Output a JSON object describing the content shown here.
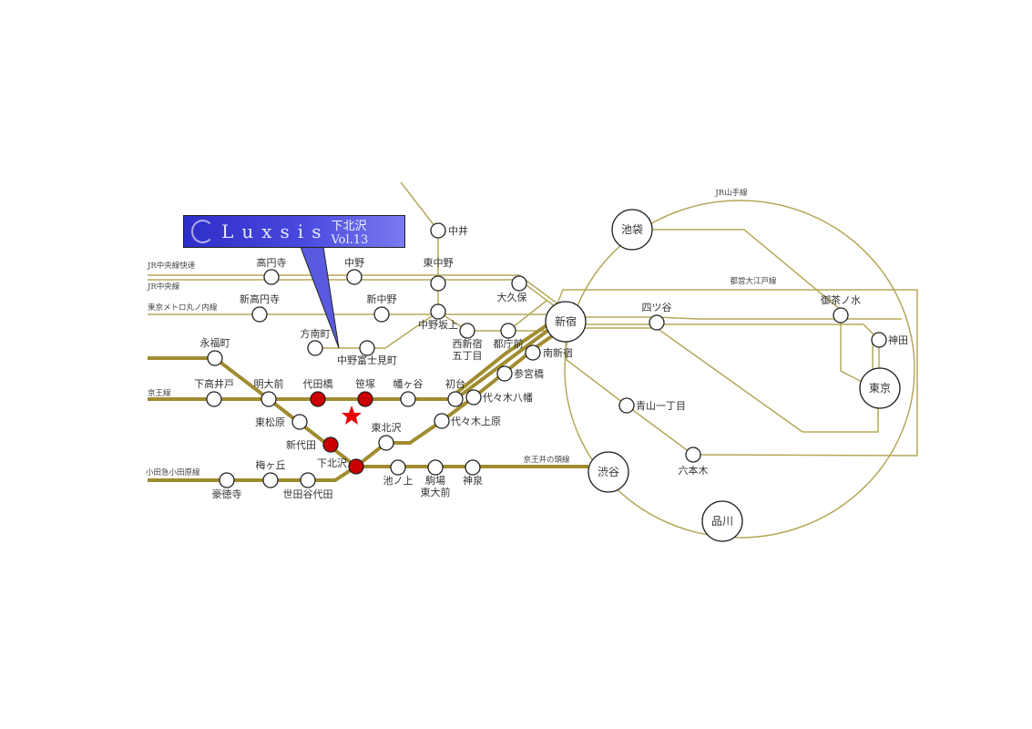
{
  "title": {
    "brand": "Luxsis",
    "subtitle": "下北沢 Vol.13"
  },
  "colors": {
    "line": "#b5a85a",
    "thick_line": "#a08c30",
    "highlight": "#cc0000",
    "callout": "#3a3ad8"
  },
  "line_labels": {
    "yamanote": "JR山手線",
    "chuo_rapid": "JR中央線快速",
    "chuo": "JR中央線",
    "marunouchi": "東京メトロ丸ノ内線",
    "oedo": "都営大江戸線",
    "keio": "京王線",
    "odakyu": "小田急小田原線",
    "inokashira": "京王井の頭線"
  },
  "stations": [
    {
      "lines": [
        "中井"
      ]
    },
    {
      "lines": [
        "高円寺"
      ]
    },
    {
      "lines": [
        "中野"
      ]
    },
    {
      "lines": [
        "東中野"
      ]
    },
    {
      "lines": [
        "大久保"
      ]
    },
    {
      "lines": [
        "新高円寺"
      ]
    },
    {
      "lines": [
        "新中野"
      ]
    },
    {
      "lines": [
        "中野坂上"
      ]
    },
    {
      "lines": [
        "西新宿",
        "五丁目"
      ]
    },
    {
      "lines": [
        "都庁前"
      ]
    },
    {
      "lines": [
        "方南町"
      ]
    },
    {
      "lines": [
        "中野富士見町"
      ]
    },
    {
      "lines": [
        "永福町"
      ]
    },
    {
      "lines": [
        "南新宿"
      ]
    },
    {
      "lines": [
        "下高井戸"
      ]
    },
    {
      "lines": [
        "明大前"
      ]
    },
    {
      "lines": [
        "代田橋"
      ],
      "highlight": true
    },
    {
      "lines": [
        "笹塚"
      ],
      "highlight": true
    },
    {
      "lines": [
        "幡ヶ谷"
      ]
    },
    {
      "lines": [
        "初台"
      ]
    },
    {
      "lines": [
        "代々木八幡"
      ]
    },
    {
      "lines": [
        "参宮橋"
      ]
    },
    {
      "lines": [
        "東松原"
      ]
    },
    {
      "lines": [
        "新代田"
      ],
      "highlight": true
    },
    {
      "lines": [
        "下北沢"
      ],
      "highlight": true
    },
    {
      "lines": [
        "東北沢"
      ]
    },
    {
      "lines": [
        "代々木上原"
      ]
    },
    {
      "lines": [
        "池ノ上"
      ]
    },
    {
      "lines": [
        "駒場",
        "東大前"
      ]
    },
    {
      "lines": [
        "神泉"
      ]
    },
    {
      "lines": [
        "豪徳寺"
      ]
    },
    {
      "lines": [
        "梅ヶ丘"
      ]
    },
    {
      "lines": [
        "世田谷代田"
      ]
    },
    {
      "lines": [
        "四ツ谷"
      ]
    },
    {
      "lines": [
        "御茶ノ水"
      ]
    },
    {
      "lines": [
        "神田"
      ]
    },
    {
      "lines": [
        "青山一丁目"
      ]
    },
    {
      "lines": [
        "六本木"
      ]
    },
    {
      "lines": [
        "池袋"
      ],
      "major": true
    },
    {
      "lines": [
        "新宿"
      ],
      "major": true
    },
    {
      "lines": [
        "東京"
      ],
      "major": true
    },
    {
      "lines": [
        "渋谷"
      ],
      "major": true
    },
    {
      "lines": [
        "品川"
      ],
      "major": true
    }
  ]
}
